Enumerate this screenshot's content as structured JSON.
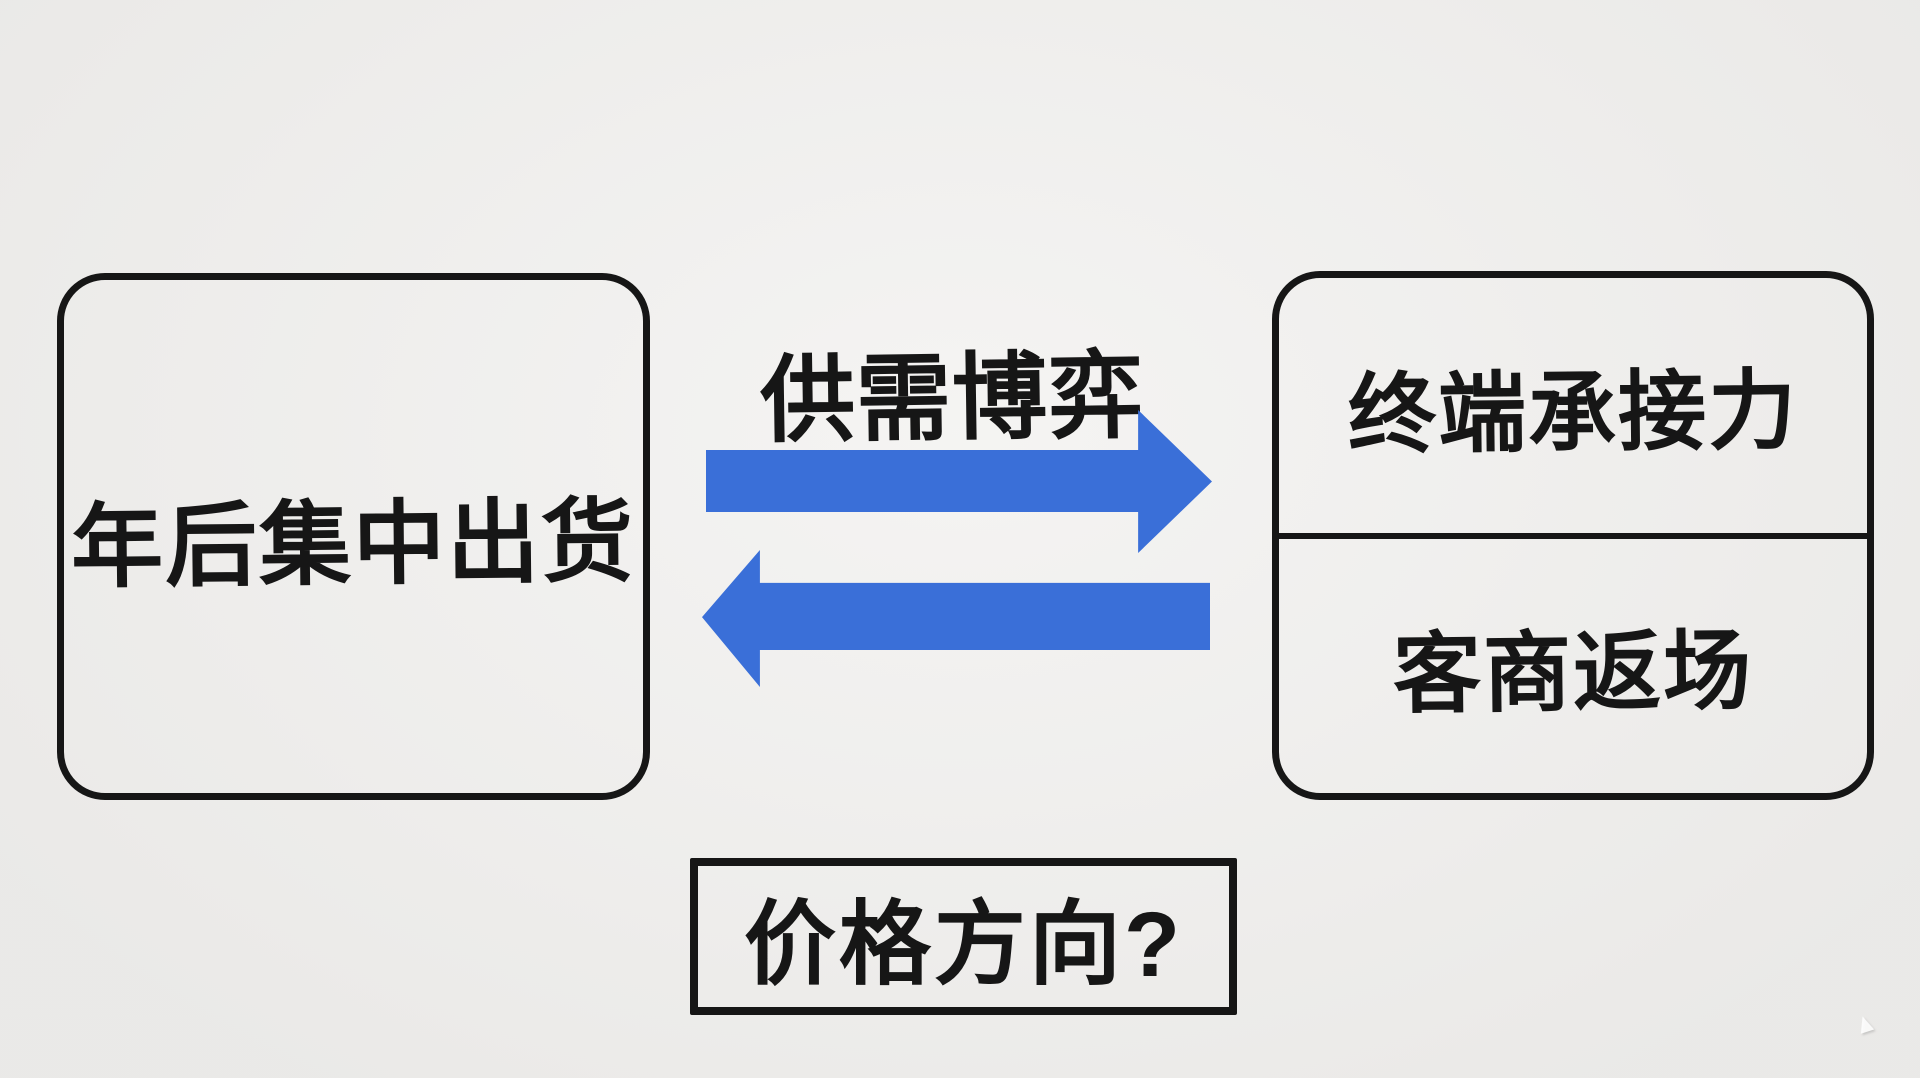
{
  "diagram": {
    "left_node": {
      "label": "年后集中出货"
    },
    "flow_label": "供需博弈",
    "right_node": {
      "top_label": "终端承接力",
      "bottom_label": "客商返场"
    },
    "question_node": {
      "label": "价格方向?"
    },
    "colors": {
      "background": "#efeeec",
      "ink": "#161616",
      "arrow": "#3a6fd8"
    }
  }
}
